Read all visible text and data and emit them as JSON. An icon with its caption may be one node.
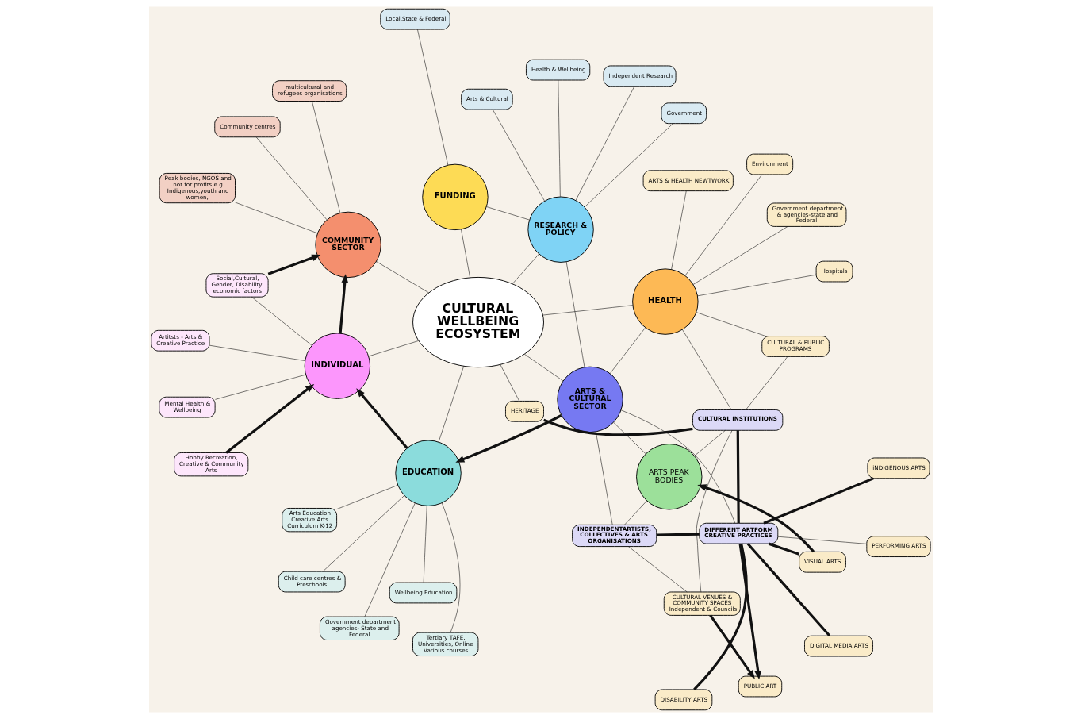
{
  "diagram": {
    "nodes": [
      {
        "text": [
          "CULTURAL WELLBEING ECOSYSTEM"
        ]
      },
      {
        "text": [
          "HEALTH"
        ]
      },
      {
        "text": [
          "ARTS & CULTURAL SECTOR"
        ]
      },
      {
        "text": [
          "EDUCATION"
        ]
      },
      {
        "text": [
          "RESEARCH & POLICY"
        ]
      },
      {
        "text": [
          "FUNDING"
        ]
      },
      {
        "text": [
          "INDIVIDUAL"
        ]
      },
      {
        "text": [
          "COMMUNITY SECTOR"
        ]
      },
      {
        "text": [
          "ARTS PEAK BODIES"
        ]
      },
      {
        "text": [
          "CULTURAL INSTITUTIONS"
        ]
      },
      {
        "text": [
          "DIFFERENT ARTFORM CREATIVE PRACTICES"
        ]
      },
      {
        "text": [
          "INDEPENDENTARTISTS, COLLECTIVES & ARTS ORGANISATIONS"
        ]
      },
      {
        "text": [
          "VISUAL ARTS"
        ]
      },
      {
        "text": [
          "PERFORMING ARTS"
        ]
      },
      {
        "text": [
          "iNDIGENOUS ARTS"
        ]
      },
      {
        "text": [
          "DISABILITY ARTS"
        ]
      },
      {
        "text": [
          "DIGITAL MEDIA ARTS"
        ]
      },
      {
        "text": [
          "PUBLIC ART"
        ]
      },
      {
        "text": [
          "CULTURAL VENUES & COMMUNITY SPACES",
          "Independent & Councils"
        ]
      },
      {
        "text": [
          "CULTURAL & PUBLIC PROGRAMS"
        ]
      },
      {
        "text": [
          "HERITAGE"
        ]
      },
      {
        "text": [
          "ARTS & HEALTH NEWTWORK"
        ]
      },
      {
        "text": [
          "Government department & agencies-state and Federal"
        ]
      },
      {
        "text": [
          "Hospitals"
        ]
      },
      {
        "text": [
          "Environment"
        ]
      },
      {
        "text": [
          "Government department agencies- State and Federal"
        ]
      },
      {
        "text": [
          "Wellbeing Education"
        ]
      },
      {
        "text": [
          "Arts Education Creative Arts Curriculum K-12"
        ]
      },
      {
        "text": [
          "Child care centres & Preschools"
        ]
      },
      {
        "text": [
          "Tertiary TAFE, Universities, Online Various courses"
        ]
      },
      {
        "text": [
          "Independent Research"
        ]
      },
      {
        "text": [
          "Government"
        ]
      },
      {
        "text": [
          "Arts & Cultural"
        ]
      },
      {
        "text": [
          "Health & Wellbeing"
        ]
      },
      {
        "text": [
          "Local,State & Federal"
        ]
      },
      {
        "text": [
          "Peak bodies, NGOS and not for profits e.g Indigenous,youth and women,"
        ]
      },
      {
        "text": [
          "multicultural and refugees organisations"
        ]
      },
      {
        "text": [
          "Community centres"
        ]
      },
      {
        "text": [
          "Social,Cultural, Gender, Disability, economic factors"
        ]
      },
      {
        "text": [
          "Hobby Recreation, Creative & Community Arts"
        ]
      },
      {
        "text": [
          "Artitsts - Arts & Creative Practice"
        ]
      },
      {
        "text": [
          "Mental Health & Wellbeing"
        ]
      }
    ],
    "edges": [
      {
        "from": 0,
        "to": 1,
        "arrow": "none"
      },
      {
        "from": 0,
        "to": 2,
        "arrow": "none"
      },
      {
        "from": 0,
        "to": 3,
        "arrow": "none"
      },
      {
        "from": 0,
        "to": 4,
        "arrow": "none"
      },
      {
        "from": 0,
        "to": 5,
        "arrow": "none"
      },
      {
        "from": 0,
        "to": 6,
        "arrow": "none"
      },
      {
        "from": 0,
        "to": 7,
        "arrow": "none"
      },
      {
        "from": 20,
        "to": 0,
        "arrow": "none"
      },
      {
        "from": 1,
        "to": 2,
        "arrow": "none"
      },
      {
        "from": 2,
        "to": 4,
        "arrow": "none"
      },
      {
        "from": 2,
        "to": 3,
        "arrow": "to",
        "style": "thick"
      },
      {
        "from": 3,
        "to": 6,
        "arrow": "to",
        "style": "thick"
      },
      {
        "from": 39,
        "to": 6,
        "arrow": "to",
        "style": "thick"
      },
      {
        "from": 6,
        "to": 7,
        "arrow": "to",
        "style": "thick"
      },
      {
        "from": 38,
        "to": 7,
        "arrow": "to",
        "style": "thick"
      },
      {
        "from": 6,
        "to": 38,
        "arrow": "none"
      },
      {
        "from": 6,
        "to": 40,
        "arrow": "none"
      },
      {
        "from": 6,
        "to": 41,
        "arrow": "none"
      },
      {
        "from": 7,
        "to": 35,
        "arrow": "none"
      },
      {
        "from": 7,
        "to": 36,
        "arrow": "none"
      },
      {
        "from": 7,
        "to": 37,
        "arrow": "none"
      },
      {
        "from": 3,
        "to": 25,
        "arrow": "none"
      },
      {
        "from": 3,
        "to": 26,
        "arrow": "none"
      },
      {
        "from": 3,
        "to": 27,
        "arrow": "none"
      },
      {
        "from": 3,
        "to": 28,
        "arrow": "none"
      },
      {
        "from": 3,
        "to": 29,
        "arrow": "none"
      },
      {
        "from": 4,
        "to": 30,
        "arrow": "none"
      },
      {
        "from": 4,
        "to": 31,
        "arrow": "none"
      },
      {
        "from": 4,
        "to": 32,
        "arrow": "none"
      },
      {
        "from": 4,
        "to": 33,
        "arrow": "none"
      },
      {
        "from": 4,
        "to": 5,
        "arrow": "none"
      },
      {
        "from": 5,
        "to": 34,
        "arrow": "none"
      },
      {
        "from": 1,
        "to": 21,
        "arrow": "none"
      },
      {
        "from": 1,
        "to": 22,
        "arrow": "none"
      },
      {
        "from": 1,
        "to": 23,
        "arrow": "none"
      },
      {
        "from": 1,
        "to": 24,
        "arrow": "none"
      },
      {
        "from": 1,
        "to": 19,
        "arrow": "none"
      },
      {
        "from": 1,
        "to": 9,
        "arrow": "none"
      },
      {
        "from": 18,
        "to": 9,
        "arrow": "none"
      },
      {
        "from": 9,
        "to": 19,
        "arrow": "none"
      },
      {
        "from": 9,
        "to": 20,
        "arrow": "none",
        "style": "thick"
      },
      {
        "from": 9,
        "to": 10,
        "arrow": "none",
        "style": "thick"
      },
      {
        "from": 9,
        "to": 8,
        "arrow": "none"
      },
      {
        "from": 8,
        "to": 11,
        "arrow": "none"
      },
      {
        "from": 8,
        "to": 2,
        "arrow": "none"
      },
      {
        "from": 18,
        "to": 11,
        "arrow": "none"
      },
      {
        "from": 12,
        "to": 8,
        "arrow": "to",
        "style": "thick"
      },
      {
        "from": 12,
        "to": 10,
        "arrow": "none",
        "style": "thick"
      },
      {
        "from": 10,
        "to": 13,
        "arrow": "none"
      },
      {
        "from": 10,
        "to": 14,
        "arrow": "none",
        "style": "thick"
      },
      {
        "from": 10,
        "to": 15,
        "arrow": "none",
        "style": "thick"
      },
      {
        "from": 10,
        "to": 16,
        "arrow": "none",
        "style": "thick"
      },
      {
        "from": 10,
        "to": 17,
        "arrow": "to",
        "style": "thick"
      },
      {
        "from": 18,
        "to": 17,
        "arrow": "to",
        "style": "thick"
      },
      {
        "from": 10,
        "to": 11,
        "arrow": "none",
        "style": "thick"
      },
      {
        "from": 10,
        "to": 2,
        "arrow": "none"
      },
      {
        "from": 11,
        "to": 2,
        "arrow": "none"
      }
    ]
  }
}
